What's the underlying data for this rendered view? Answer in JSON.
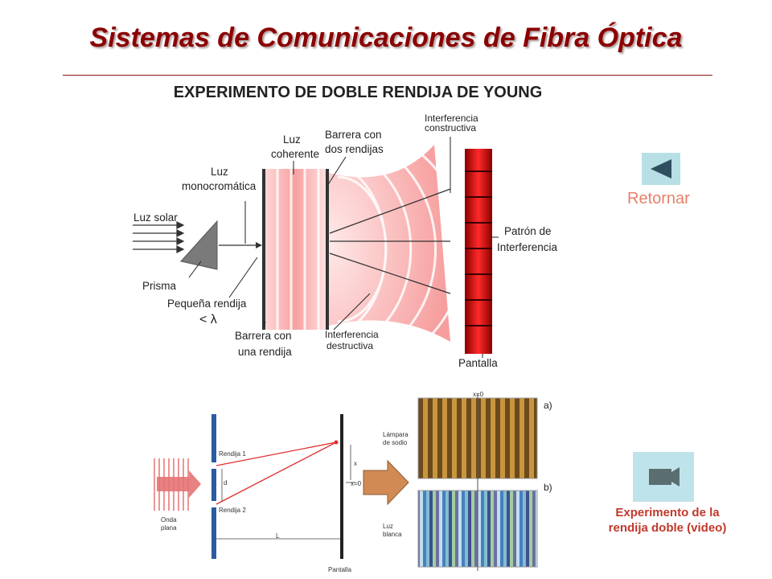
{
  "slide": {
    "title": "Sistemas de Comunicaciones de Fibra Óptica",
    "subtitle": "EXPERIMENTO DE DOBLE RENDIJA DE YOUNG"
  },
  "top_diagram": {
    "labels": {
      "luz_solar": "Luz solar",
      "luz_mono_1": "Luz",
      "luz_mono_2": "monocromática",
      "luz_coh_1": "Luz",
      "luz_coh_2": "coherente",
      "barrera_dos_1": "Barrera con",
      "barrera_dos_2": "dos rendijas",
      "interf_const_1": "Interferencia",
      "interf_const_2": "constructiva",
      "patron_1": "Patrón de",
      "patron_2": "Interferencia",
      "prisma": "Prisma",
      "peq_rendija": "Pequeña rendija",
      "lambda": "< λ",
      "barrera_una_1": "Barrera con",
      "barrera_una_2": "una rendija",
      "interf_dest_1": "Interferencia",
      "interf_dest_2": "destructiva",
      "pantalla": "Pantalla"
    }
  },
  "bottom_diagram": {
    "labels": {
      "rendija1": "Rendija 1",
      "rendija2": "Rendija 2",
      "d": "d",
      "x": "x",
      "x0": "x=0",
      "x0_top": "x=0",
      "L": "L",
      "onda_1": "Onda",
      "onda_2": "plana",
      "pantalla": "Pantalla",
      "lampara_1": "Lámpara",
      "lampara_2": "de sodio",
      "luz_1": "Luz",
      "luz_2": "blanca",
      "a": "a)",
      "b": "b)"
    }
  },
  "nav": {
    "back_label": "Retornar",
    "back_icon": "triangle-left-icon",
    "video_icon": "video-camera-icon",
    "video_label_1": "Experimento de la",
    "video_label_2": "rendija doble (video)"
  }
}
